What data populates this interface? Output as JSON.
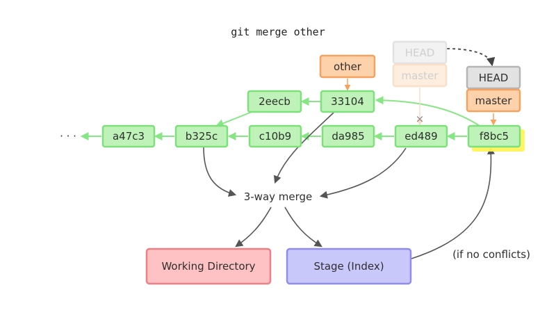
{
  "command": "git merge other",
  "ellipsis": "· · ·",
  "commits": {
    "a47c3": "a47c3",
    "b325c": "b325c",
    "c10b9": "c10b9",
    "da985": "da985",
    "ed489": "ed489",
    "f8bc5": "f8bc5",
    "2eecb": "2eecb",
    "33104": "33104"
  },
  "refs": {
    "other": "other",
    "head_old": "HEAD",
    "master_old": "master",
    "head_new": "HEAD",
    "master_new": "master"
  },
  "merge_label": "3-way merge",
  "working_directory": "Working Directory",
  "stage": "Stage (Index)",
  "note": "(if no conflicts)",
  "colors": {
    "commit_fill": "#bff2b8",
    "commit_stroke": "#7de07a",
    "ref_fill": "#fdd2ab",
    "ref_stroke": "#f6a15e",
    "head_fill": "#e2e2e2",
    "head_stroke": "#b5b5b5",
    "wd_fill": "#ffc2c4",
    "wd_stroke": "#ef7f86",
    "stage_fill": "#c9c8fb",
    "stage_stroke": "#8f8cf0",
    "highlight": "#fff45a",
    "arrow_gray": "#5a5a5a",
    "arrow_green": "#86e683"
  }
}
